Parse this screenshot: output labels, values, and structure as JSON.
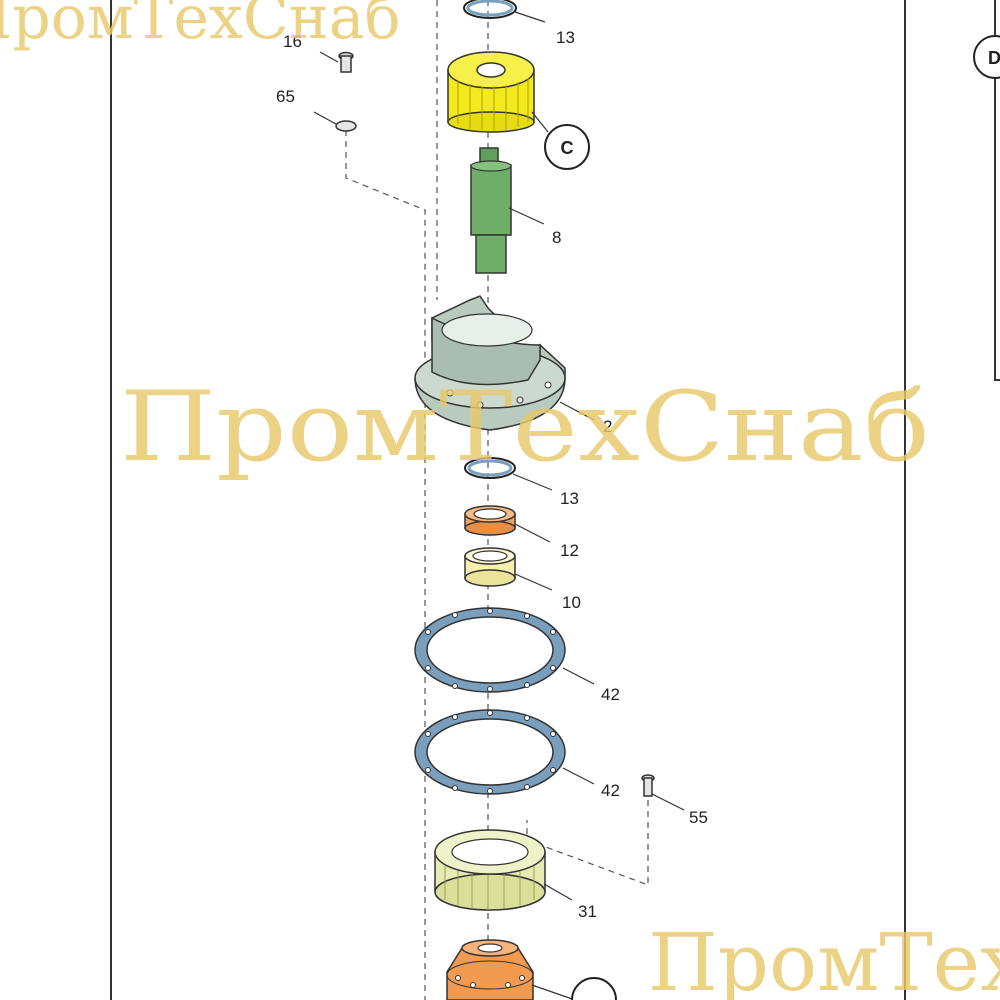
{
  "diagram": {
    "callouts": [
      {
        "id": "C",
        "text": "C"
      },
      {
        "id": "D",
        "text": "D"
      }
    ],
    "part_labels": {
      "p13a": "13",
      "p16": "16",
      "p65": "65",
      "p8": "8",
      "p2": "2",
      "p13b": "13",
      "p12": "12",
      "p10": "10",
      "p42a": "42",
      "p42b": "42",
      "p55": "55",
      "p31": "31"
    },
    "watermark": {
      "text_main": "ПромТехСнаб",
      "text_top": "ПромТехСнаб",
      "text_bottom": "ПромТехСнаб"
    },
    "colors": {
      "gear_yellow": "#f2ea1e",
      "shaft_green": "#6fae68",
      "housing_gray": "#b9cbbf",
      "ring_blue": "#7a9fbd",
      "seal_orange": "#f2a35f",
      "bushing_yellow": "#f6f0b0",
      "gear_pale": "#e6ebb4",
      "hub_orange": "#f09a52",
      "watermark": "#e8c96a"
    }
  }
}
